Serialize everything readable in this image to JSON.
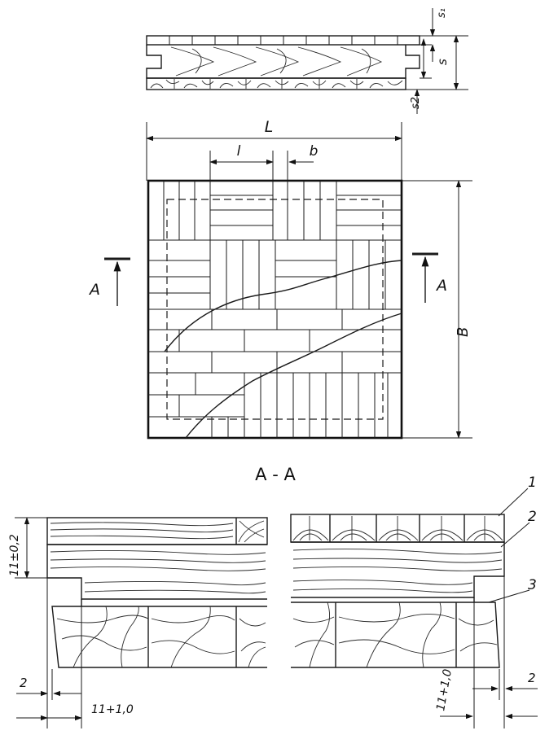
{
  "labels": {
    "s1": "s₁",
    "s": "s",
    "s2": "s2",
    "L": "L",
    "l": "l",
    "b": "b",
    "B": "B",
    "cut_left": "A",
    "cut_right": "A",
    "section_title": "A - A",
    "callout_1": "1",
    "callout_2": "2",
    "callout_3": "3",
    "tol_height": "11±0,2",
    "gap_left": "2",
    "gap_right": "2",
    "groove_left": "11+1,0",
    "groove_right": "11+1,0"
  }
}
